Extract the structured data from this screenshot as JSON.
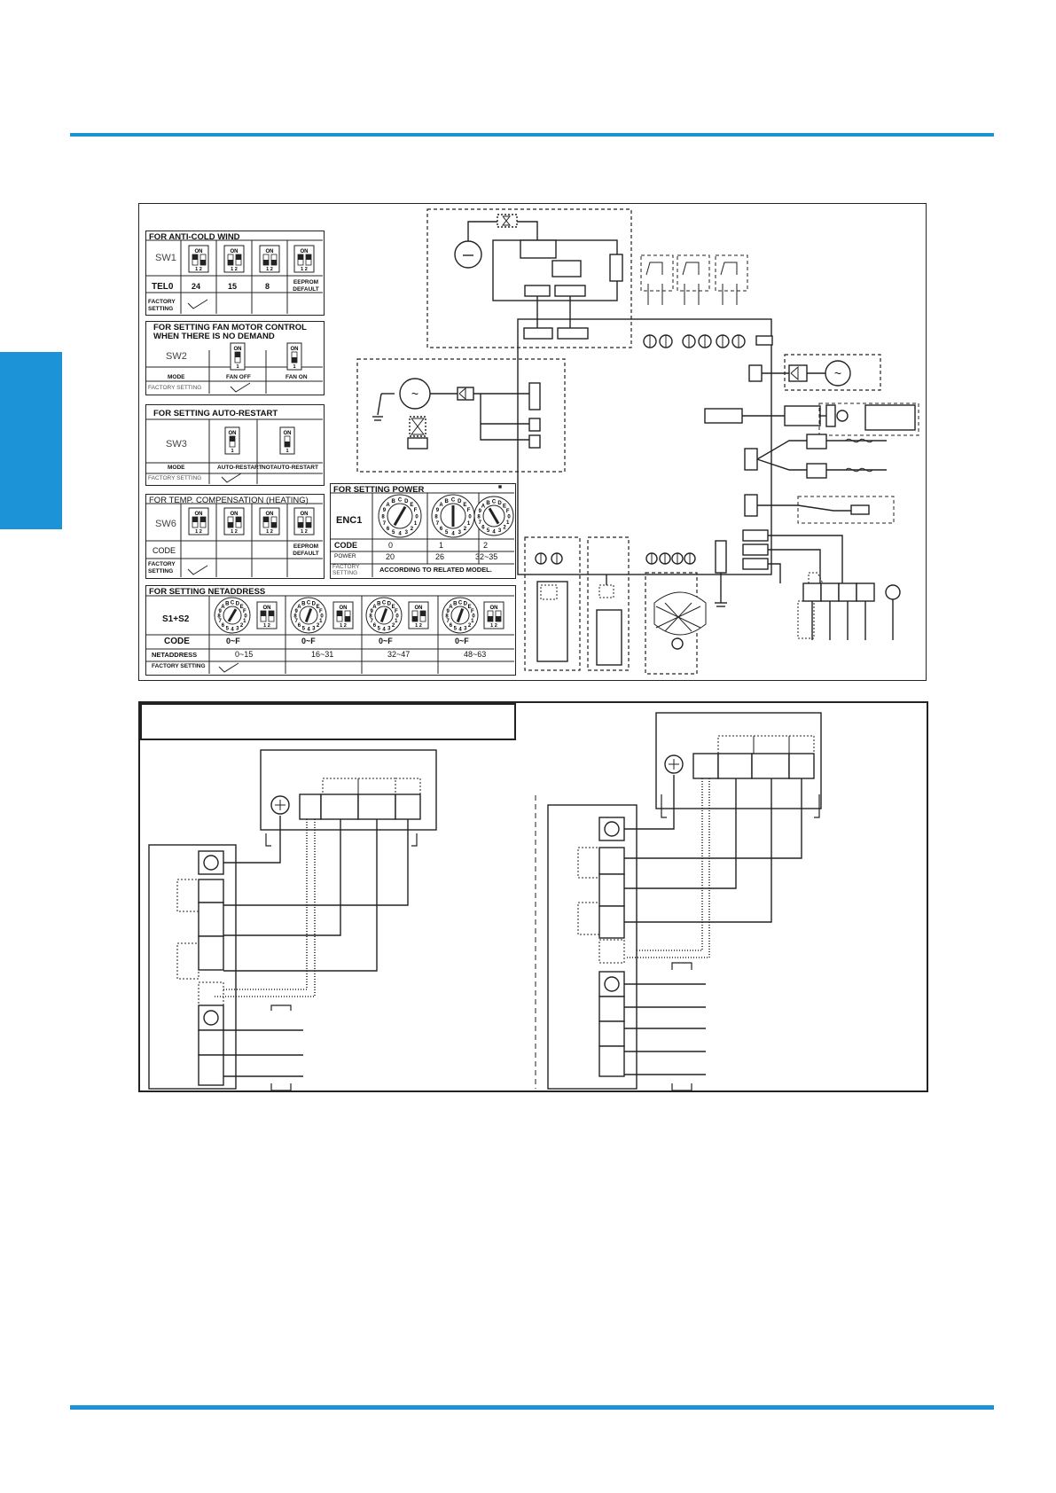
{
  "colors": {
    "accent": "#1b93d6",
    "line": "#222222"
  },
  "sw1": {
    "title": "FOR ANTI-COLD WIND",
    "name": "SW1",
    "row_label": "TEL0",
    "values": [
      "24",
      "15",
      "8",
      "EEPROM DEFAULT"
    ],
    "factory": "FACTORY SETTING"
  },
  "sw2": {
    "title": "FOR SETTING FAN MOTOR CONTROL",
    "title2": "WHEN THERE IS NO DEMAND",
    "name": "SW2",
    "mode": "MODE",
    "opt1": "FAN OFF",
    "opt2": "FAN ON",
    "factory": "FACTORY SETTING"
  },
  "sw3": {
    "title": "FOR SETTING AUTO-RESTART",
    "name": "SW3",
    "mode": "MODE",
    "opt1": "AUTO-RESTART",
    "opt2": "NOTAUTO-RESTART",
    "factory": "FACTORY SETTING"
  },
  "sw6": {
    "title": "FOR TEMP. COMPENSATION (HEATING)",
    "name": "SW6",
    "code": "CODE",
    "eeprom": "EEPROM DEFAULT",
    "factory": "FACTORY SETTING"
  },
  "enc1": {
    "title": "FOR SETTING POWER",
    "name": "ENC1",
    "code": "CODE",
    "codes": [
      "0",
      "1",
      "2"
    ],
    "power": "POWER",
    "powers": [
      "20",
      "26",
      "32~35"
    ],
    "factory": "FACTORY SETTING",
    "according": "ACCORDING TO RELATED MODEL."
  },
  "net": {
    "title": "FOR SETTING NETADDRESS",
    "name": "S1+S2",
    "code": "CODE",
    "codes": [
      "0~F",
      "0~F",
      "0~F",
      "0~F"
    ],
    "row": "NETADDRESS",
    "ranges": [
      "0~15",
      "16~31",
      "32~47",
      "48~63"
    ],
    "factory": "FACTORY SETTING"
  },
  "switch": {
    "on": "ON",
    "pos": "1 2",
    "pos1": "1"
  },
  "dial": {
    "ring": "CDEF0123456789AB"
  }
}
